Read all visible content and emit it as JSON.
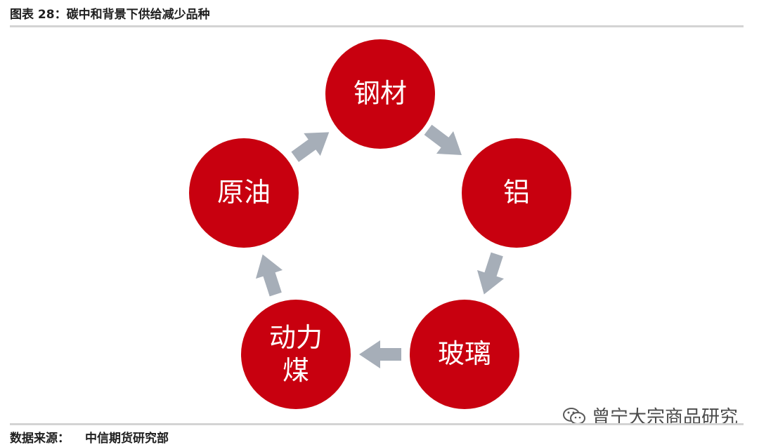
{
  "header": {
    "title": "图表 28：碳中和背景下供给减少品种"
  },
  "diagram": {
    "nodes": [
      {
        "id": "steel",
        "label": "钢材"
      },
      {
        "id": "aluminum",
        "label": "铝"
      },
      {
        "id": "glass",
        "label": "玻璃"
      },
      {
        "id": "thermal-coal",
        "label": "动力煤"
      },
      {
        "id": "crude-oil",
        "label": "原油"
      }
    ],
    "colors": {
      "node": "#c8000f",
      "arrow": "#a6aeb8",
      "text": "#ffffff"
    }
  },
  "footer": {
    "source_label": "数据来源：",
    "source_value": "中信期货研究部"
  },
  "watermark": {
    "text": "曾宁大宗商品研究",
    "icon": "wechat-icon"
  }
}
